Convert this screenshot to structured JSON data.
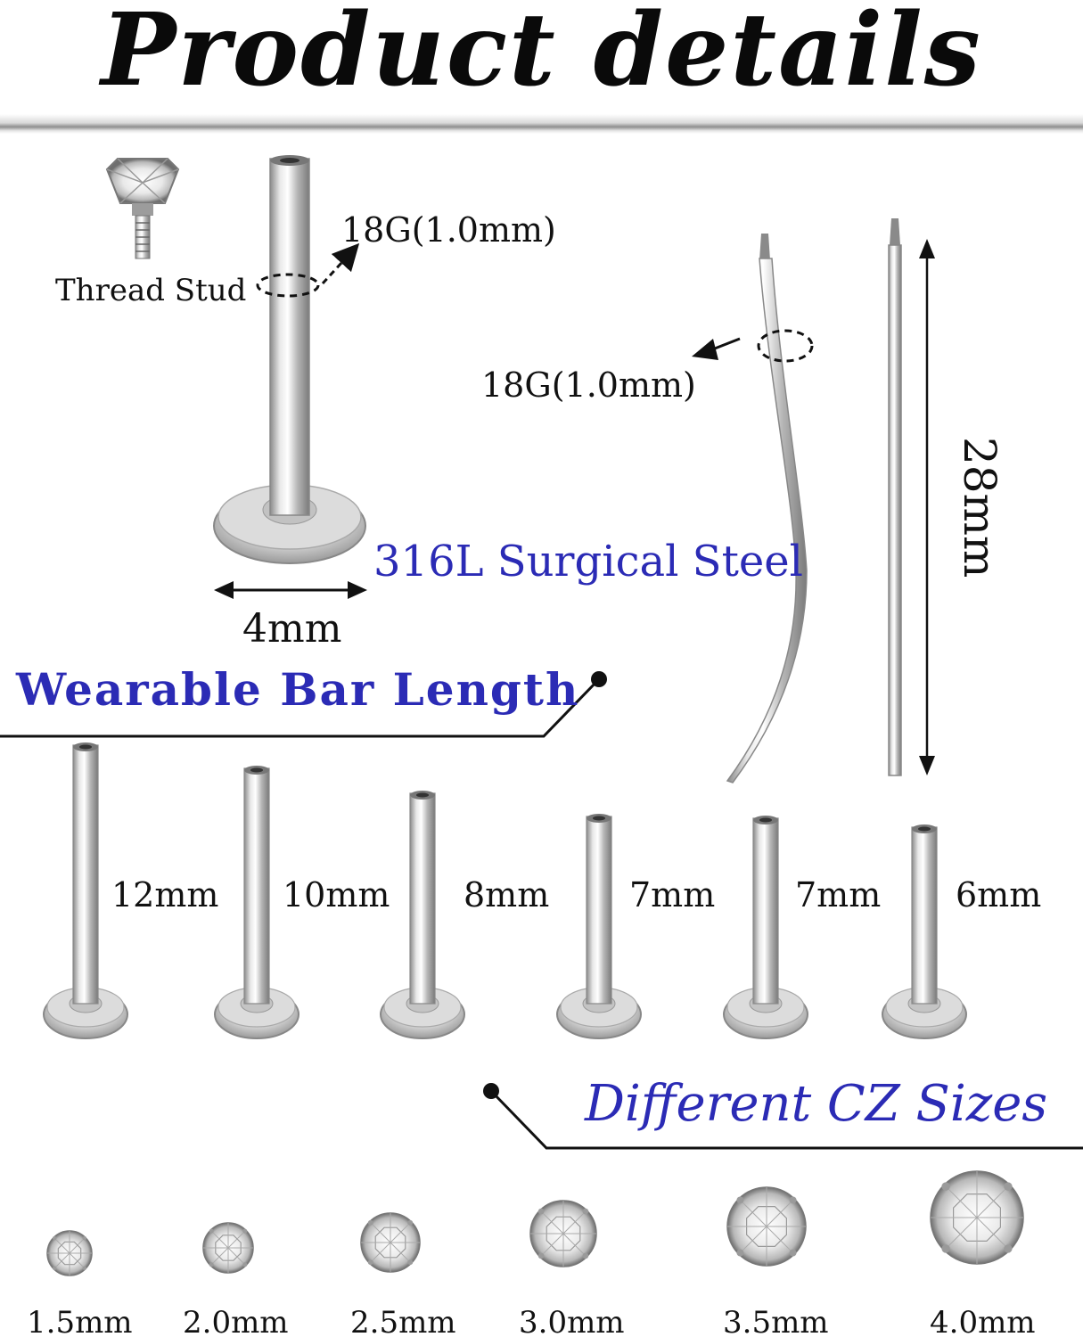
{
  "title": "Product details",
  "thread_stud_label": "Thread Stud",
  "gauge_label_1": "18G(1.0mm)",
  "gauge_label_2": "18G(1.0mm)",
  "material_label": "316L Surgical Steel",
  "disc_width_label": "4mm",
  "pin_length_label": "28mm",
  "bar_length_heading": "Wearable Bar Length",
  "bar_lengths": [
    "12mm",
    "10mm",
    "8mm",
    "7mm",
    "7mm",
    "6mm"
  ],
  "cz_heading": "Different CZ Sizes",
  "cz_sizes": [
    "1.5mm",
    "2.0mm",
    "2.5mm",
    "3.0mm",
    "3.5mm",
    "4.0mm"
  ],
  "colors": {
    "accent_blue": "#2b2bb5",
    "steel": "#c9c9c9",
    "text": "#111111"
  }
}
